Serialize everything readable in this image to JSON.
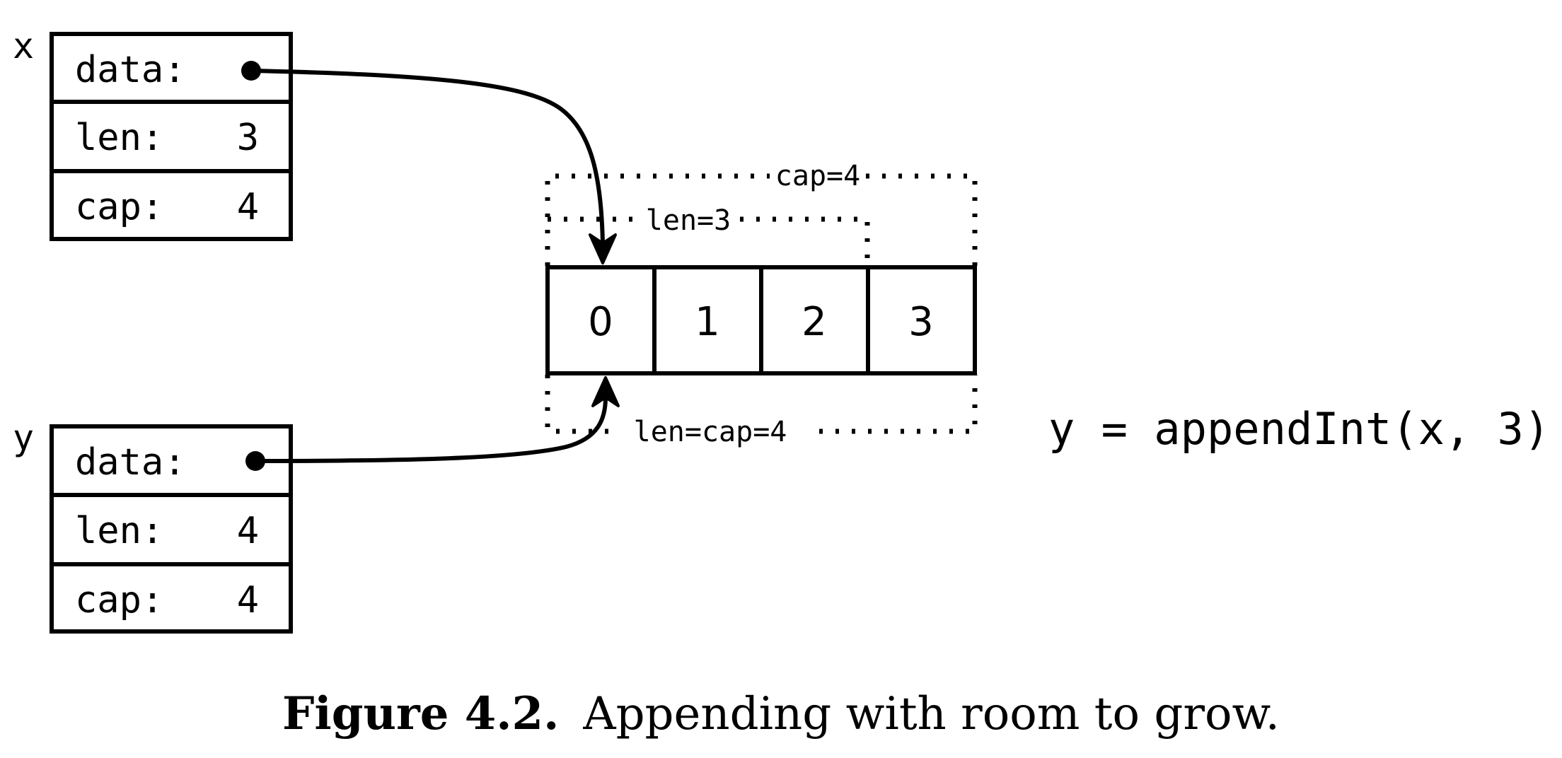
{
  "slice_x": {
    "var_name": "x",
    "rows": [
      {
        "label": "data:",
        "value": ""
      },
      {
        "label": "len:",
        "value": "3"
      },
      {
        "label": "cap:",
        "value": "4"
      }
    ]
  },
  "slice_y": {
    "var_name": "y",
    "rows": [
      {
        "label": "data:",
        "value": ""
      },
      {
        "label": "len:",
        "value": "4"
      },
      {
        "label": "cap:",
        "value": "4"
      }
    ]
  },
  "array": {
    "cells": [
      "0",
      "1",
      "2",
      "3"
    ],
    "cap_label": "cap=4",
    "x_len_label": "len=3",
    "y_len_cap_label": "len=cap=4"
  },
  "code": "y = appendInt(x, 3)",
  "caption": {
    "lead": "Figure 4.2.",
    "text": "Appending with room to grow."
  }
}
